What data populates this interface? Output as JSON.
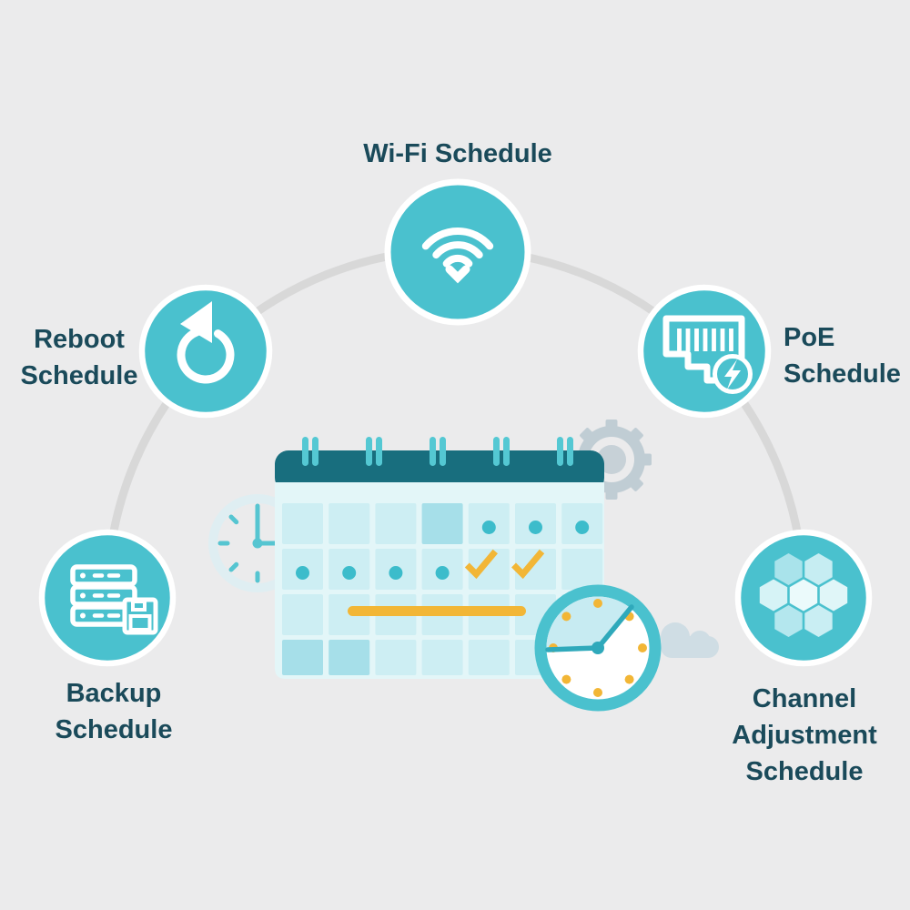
{
  "features": [
    {
      "id": "wifi",
      "icon": "wifi-icon",
      "label_lines": [
        "Wi-Fi Schedule"
      ]
    },
    {
      "id": "reboot",
      "icon": "reboot-arrow-icon",
      "label_lines": [
        "Reboot",
        "Schedule"
      ]
    },
    {
      "id": "poe",
      "icon": "ethernet-port-lightning-icon",
      "label_lines": [
        "PoE",
        "Schedule"
      ]
    },
    {
      "id": "backup",
      "icon": "server-stack-floppy-icon",
      "label_lines": [
        "Backup",
        "Schedule"
      ]
    },
    {
      "id": "channel",
      "icon": "hexagon-honeycomb-icon",
      "label_lines": [
        "Channel",
        "Adjustment",
        "Schedule"
      ]
    }
  ],
  "center_illustration": {
    "icons": [
      "calendar-icon",
      "clock-icon",
      "small-clock-icon",
      "gear-icon",
      "cloud-icon"
    ],
    "calendar": {
      "rows": 4,
      "cols": 7,
      "dark_cells": [
        [
          0,
          3
        ],
        [
          3,
          0
        ],
        [
          3,
          1
        ]
      ],
      "dots": [
        [
          0,
          4
        ],
        [
          0,
          5
        ],
        [
          0,
          6
        ],
        [
          1,
          0
        ],
        [
          1,
          1
        ],
        [
          1,
          2
        ],
        [
          1,
          3
        ]
      ],
      "checks": [
        [
          1,
          4
        ],
        [
          1,
          5
        ]
      ],
      "highlight_bar": true
    }
  },
  "colors": {
    "bg": "#ebebec",
    "arc": "#d8d8d8",
    "teal": "#4ac1ce",
    "white": "#ffffff",
    "text": "#1a4a5a",
    "calHeader": "#186e7e",
    "calBody": "#e3f6f8",
    "cellLight": "#cdeef3",
    "cellDark": "#a6dfe9",
    "dot": "#3cbccb",
    "yellow": "#f2b636",
    "ringBar": "#54c8d3",
    "clockHand": "#2fa9bb",
    "clockSector": "#c7ebf2",
    "gear": "#c0cdd4",
    "gearCenter": "#c7d1d7",
    "cloud": "#cfdde4",
    "smallClockRing": "#dfeef2",
    "smallClockTick": "#56c5d1",
    "hex1": "#a9e3eb",
    "hex2": "#c6edf2",
    "hex3": "#d6f3f6",
    "hex4": "#ebfafb",
    "hex5": "#e0f6f8",
    "hex6": "#b4e7ee",
    "hex7": "#c9eef3"
  }
}
